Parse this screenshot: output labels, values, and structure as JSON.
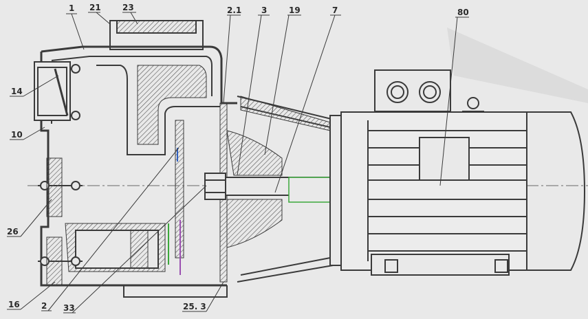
{
  "colors": {
    "background": "#e9e9e9",
    "line": "#3a3a3a",
    "hatch": "#555555",
    "accent_green": "#3aa83a",
    "accent_purple": "#9a4fb0",
    "accent_blue": "#3060c0"
  },
  "callouts": {
    "c1": "1",
    "c21": "21",
    "c23": "23",
    "c2_1": "2.1",
    "c3": "3",
    "c19": "19",
    "c7": "7",
    "c80": "80",
    "c14": "14",
    "c10": "10",
    "c26": "26",
    "c16": "16",
    "c2": "2",
    "c33": "33",
    "c25_3": "25. 3"
  }
}
